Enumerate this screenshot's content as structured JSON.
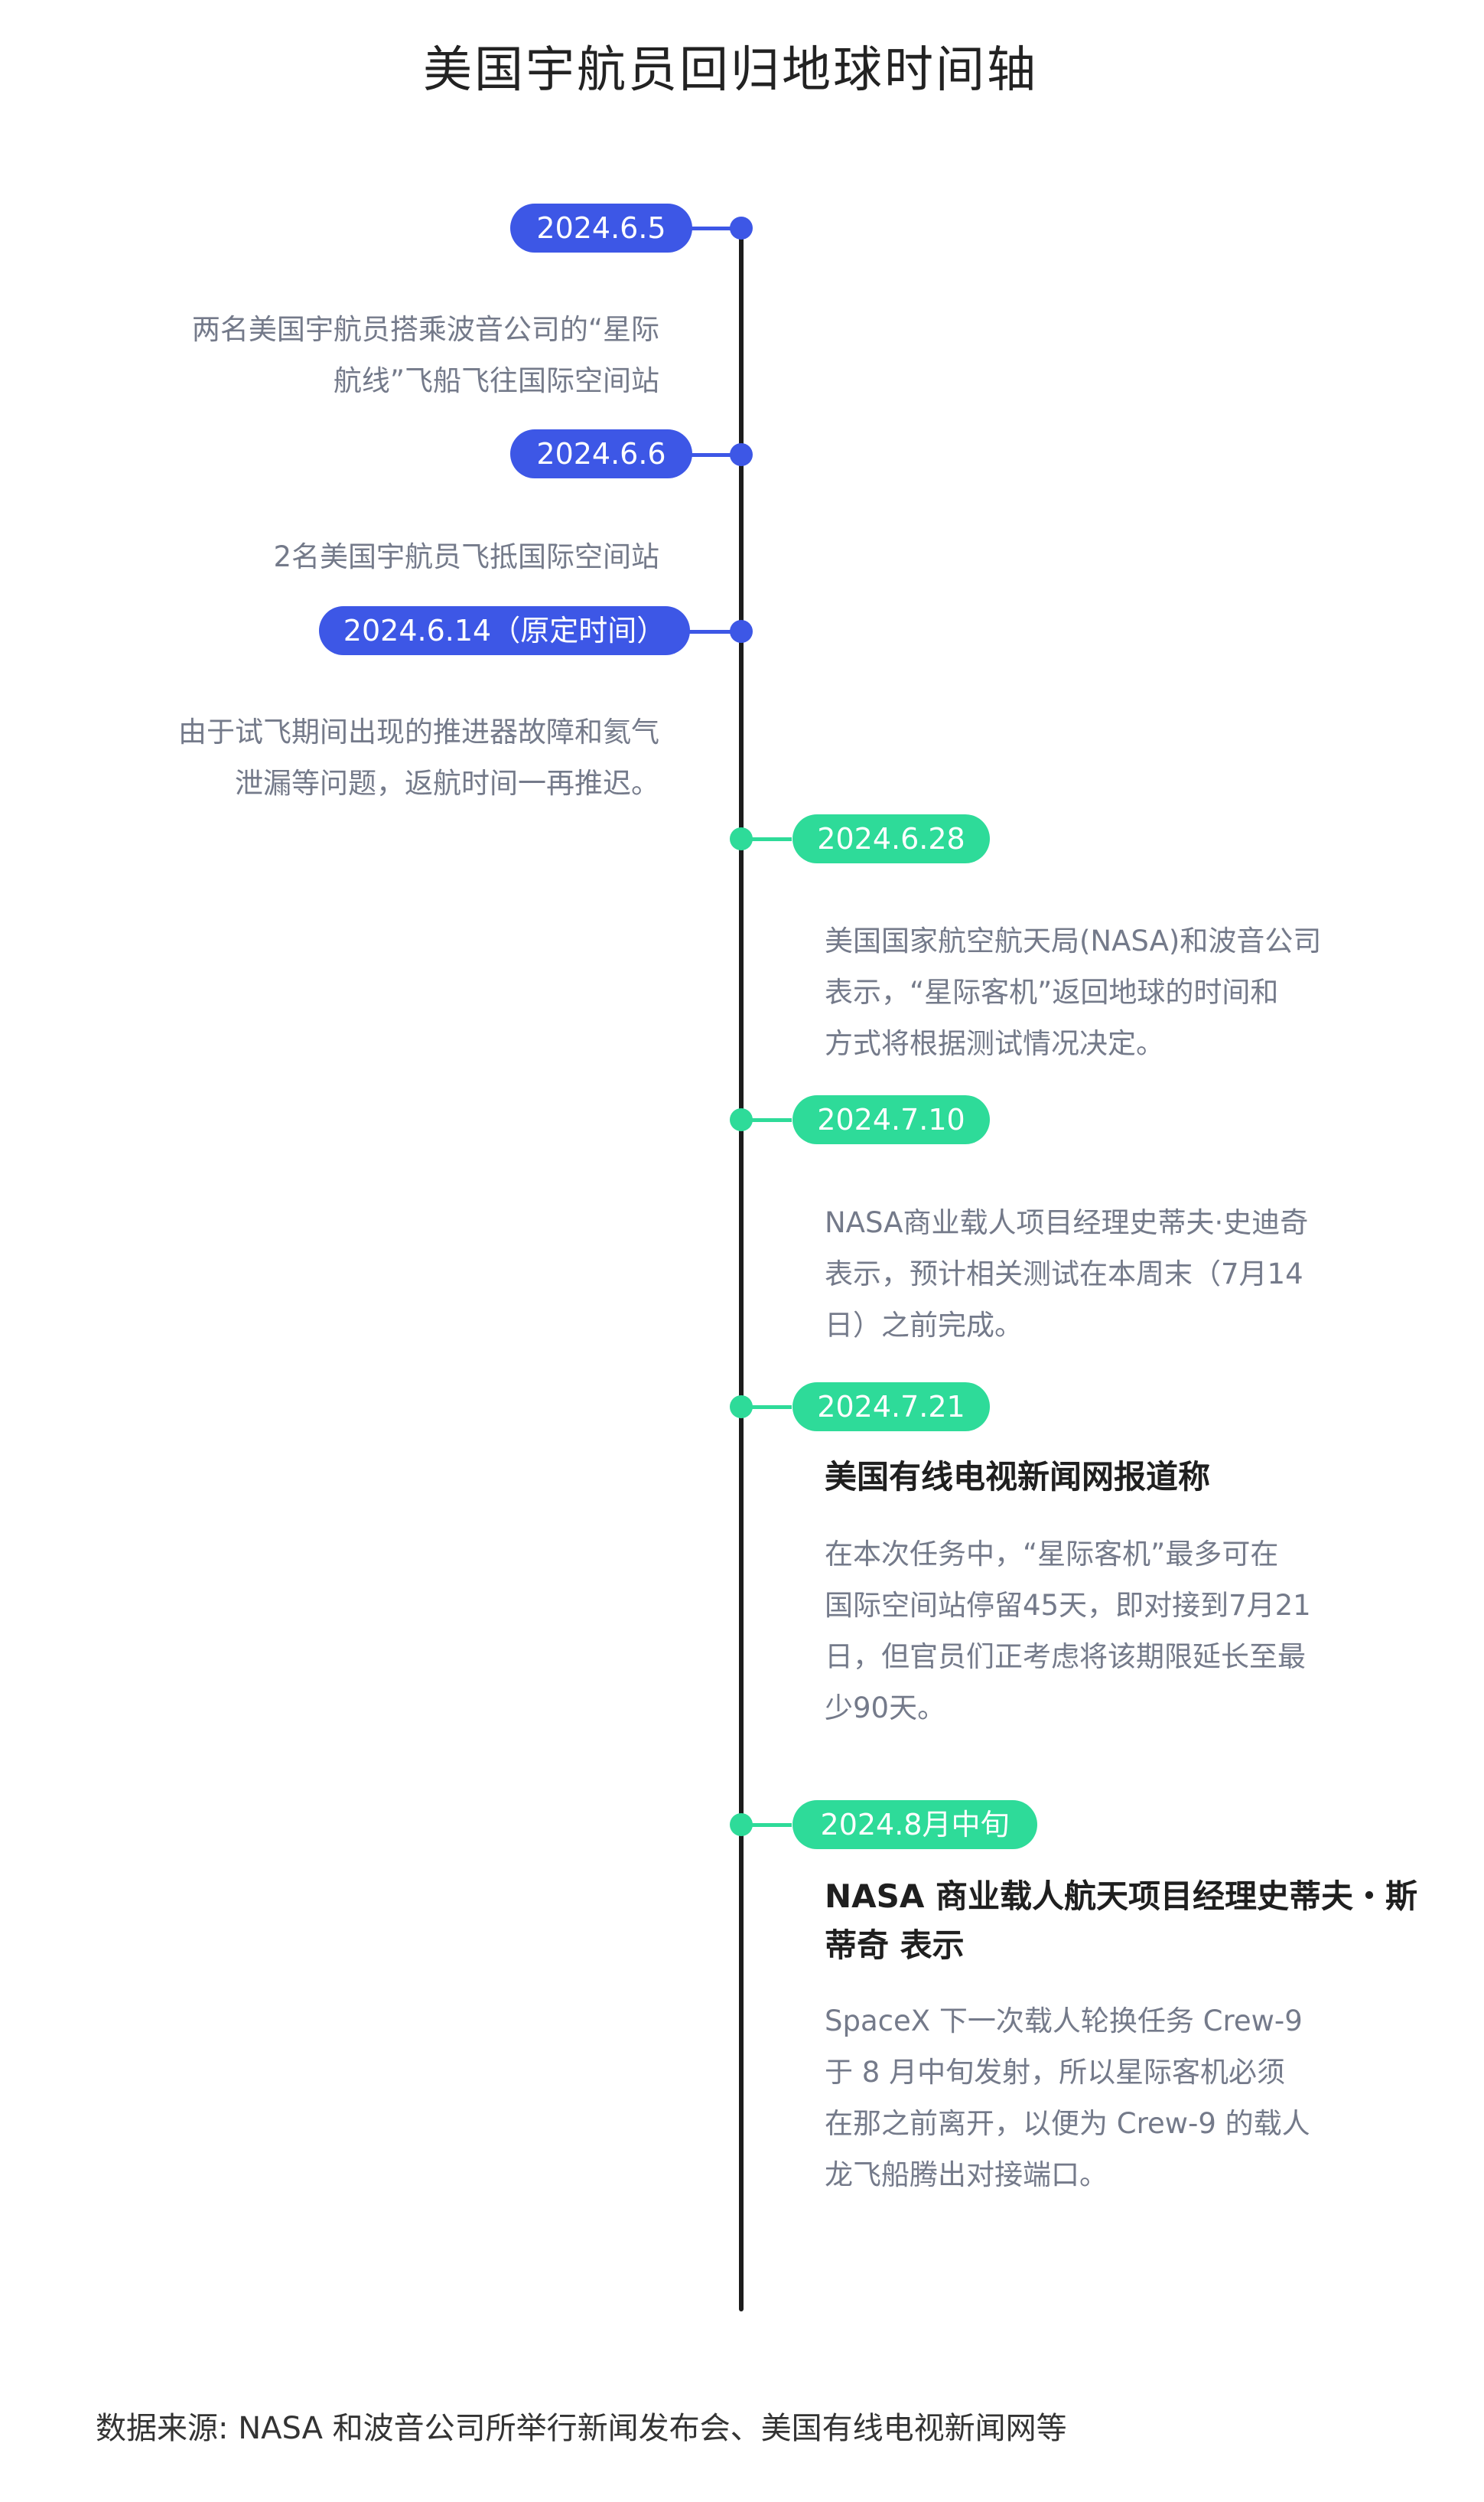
{
  "title": "美国宇航员回归地球时间轴",
  "colors": {
    "blue": "#3d57e6",
    "green": "#2edb99",
    "spine": "#1c1c1c",
    "desc_text": "#747a8a"
  },
  "events": [
    {
      "date": "2024.6.5",
      "desc_lines": [
        "两名美国宇航员搭乘波音公司的“星际",
        "航线”飞船飞往国际空间站"
      ]
    },
    {
      "date": "2024.6.6",
      "desc_lines": [
        "2名美国宇航员飞抵国际空间站"
      ]
    },
    {
      "date": "2024.6.14（原定时间）",
      "desc_lines": [
        "由于试飞期间出现的推进器故障和氦气",
        "泄漏等问题，返航时间一再推迟。"
      ]
    },
    {
      "date": "2024.6.28",
      "desc_lines": [
        "美国国家航空航天局(NASA)和波音公司",
        "表示，“星际客机”返回地球的时间和",
        "方式将根据测试情况决定。"
      ]
    },
    {
      "date": "2024.7.10",
      "desc_lines": [
        "NASA商业载人项目经理史蒂夫·史迪奇",
        "表示，预计相关测试在本周末（7月14",
        "日）之前完成。"
      ]
    },
    {
      "date": "2024.7.21",
      "heading_lines": [
        "美国有线电视新闻网报道称"
      ],
      "desc_lines": [
        "在本次任务中，“星际客机”最多可在",
        "国际空间站停留45天，即对接到7月21",
        "日，但官员们正考虑将该期限延长至最",
        "少90天。"
      ]
    },
    {
      "date": "2024.8月中旬",
      "heading_lines": [
        "NASA 商业载人航天项目经理史蒂夫・斯",
        "蒂奇 表示"
      ],
      "desc_lines": [
        "SpaceX 下一次载人轮换任务 Crew-9",
        "于 8 月中旬发射，所以星际客机必须",
        "在那之前离开，以便为 Crew-9 的载人",
        "龙飞船腾出对接端口。"
      ]
    }
  ],
  "footer": "数据来源: NASA 和波音公司所举行新闻发布会、美国有线电视新闻网等"
}
